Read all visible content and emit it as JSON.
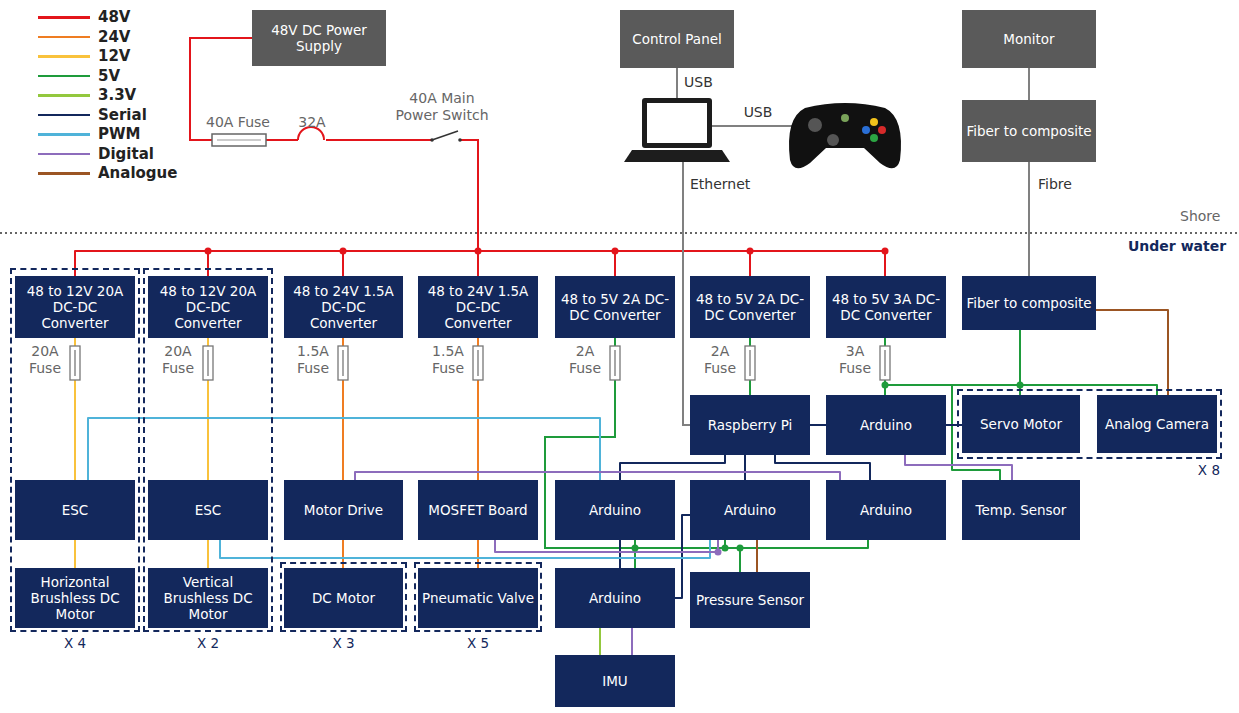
{
  "diagram": {
    "nodes": [
      {
        "text": [
          "48V DC Power Supply"
        ]
      },
      {
        "text": [
          "Control Panel"
        ]
      },
      {
        "text": [
          "Monitor"
        ]
      },
      {
        "text": [
          "Fiber to composite"
        ]
      },
      {
        "text": [
          "X 4"
        ]
      },
      {
        "text": [
          "48 to 12V 20A DC-DC Converter"
        ],
        "in": 4
      },
      {
        "text": [
          "ESC"
        ],
        "in": 4
      },
      {
        "text": [
          "Horizontal Brushless DC Motor"
        ],
        "in": 4
      },
      {
        "text": [
          "X 2"
        ]
      },
      {
        "text": [
          "48 to 12V 20A DC-DC Converter"
        ],
        "in": 8
      },
      {
        "text": [
          "ESC"
        ],
        "in": 8
      },
      {
        "text": [
          "Vertical Brushless DC Motor"
        ],
        "in": 8
      },
      {
        "text": [
          "48 to 24V 1.5A DC-DC Converter"
        ]
      },
      {
        "text": [
          "48 to 24V 1.5A DC-DC Converter"
        ]
      },
      {
        "text": [
          "48 to 5V 2A DC-DC Converter"
        ]
      },
      {
        "text": [
          "48 to 5V 2A DC-DC Converter"
        ]
      },
      {
        "text": [
          "48 to 5V 3A DC-DC Converter"
        ]
      },
      {
        "text": [
          "Fiber to composite"
        ]
      },
      {
        "text": [
          "Motor Drive"
        ]
      },
      {
        "text": [
          "MOSFET Board"
        ]
      },
      {
        "text": [
          "X 3"
        ]
      },
      {
        "text": [
          "DC Motor"
        ],
        "in": 20
      },
      {
        "text": [
          "X 5"
        ]
      },
      {
        "text": [
          "Pneumatic Valve"
        ],
        "in": 22
      },
      {
        "text": [
          "Raspberry Pi"
        ]
      },
      {
        "text": [
          "Arduino"
        ]
      },
      {
        "text": [
          "X 8"
        ]
      },
      {
        "text": [
          "Servo Motor"
        ],
        "in": 26
      },
      {
        "text": [
          "Analog Camera"
        ],
        "in": 26
      },
      {
        "text": [
          "Arduino"
        ]
      },
      {
        "text": [
          "Arduino"
        ]
      },
      {
        "text": [
          "Arduino"
        ]
      },
      {
        "text": [
          "Temp. Sensor"
        ]
      },
      {
        "text": [
          "Arduino"
        ]
      },
      {
        "text": [
          "Pressure Sensor"
        ]
      },
      {
        "text": [
          "IMU"
        ]
      }
    ],
    "edges": [
      {
        "from": 0,
        "to": 5,
        "arrow": "none"
      },
      {
        "from": 0,
        "to": 9,
        "arrow": "none"
      },
      {
        "from": 0,
        "to": 12,
        "arrow": "none"
      },
      {
        "from": 0,
        "to": 13,
        "arrow": "none"
      },
      {
        "from": 0,
        "to": 14,
        "arrow": "none"
      },
      {
        "from": 0,
        "to": 15,
        "arrow": "none"
      },
      {
        "from": 0,
        "to": 16,
        "arrow": "none"
      },
      {
        "from": 5,
        "to": 6,
        "arrow": "none"
      },
      {
        "from": 6,
        "to": 7,
        "arrow": "none"
      },
      {
        "from": 9,
        "to": 10,
        "arrow": "none"
      },
      {
        "from": 10,
        "to": 11,
        "arrow": "none"
      },
      {
        "from": 12,
        "to": 18,
        "arrow": "none"
      },
      {
        "from": 18,
        "to": 21,
        "arrow": "none"
      },
      {
        "from": 13,
        "to": 19,
        "arrow": "none"
      },
      {
        "from": 19,
        "to": 23,
        "arrow": "none"
      },
      {
        "from": 14,
        "to": 29,
        "arrow": "none"
      },
      {
        "from": 14,
        "to": 33,
        "arrow": "none"
      },
      {
        "from": 14,
        "to": 30,
        "arrow": "none"
      },
      {
        "from": 14,
        "to": 34,
        "arrow": "none"
      },
      {
        "from": 14,
        "to": 31,
        "arrow": "none"
      },
      {
        "from": 15,
        "to": 24,
        "arrow": "none"
      },
      {
        "from": 16,
        "to": 25,
        "arrow": "none"
      },
      {
        "from": 16,
        "to": 17,
        "arrow": "none"
      },
      {
        "from": 16,
        "to": 27,
        "arrow": "none"
      },
      {
        "from": 16,
        "to": 28,
        "arrow": "none"
      },
      {
        "from": 16,
        "to": 32,
        "arrow": "none"
      },
      {
        "from": 24,
        "to": 25,
        "arrow": "none"
      },
      {
        "from": 25,
        "to": 27,
        "arrow": "none"
      },
      {
        "from": 24,
        "to": 29,
        "arrow": "none"
      },
      {
        "from": 24,
        "to": 30,
        "arrow": "none"
      },
      {
        "from": 24,
        "to": 31,
        "arrow": "none"
      },
      {
        "from": 29,
        "to": 33,
        "arrow": "none"
      },
      {
        "from": 30,
        "to": 33,
        "arrow": "none"
      },
      {
        "from": 29,
        "to": 6,
        "arrow": "none"
      },
      {
        "from": 30,
        "to": 10,
        "arrow": "none"
      },
      {
        "from": 31,
        "to": 18,
        "arrow": "none"
      },
      {
        "from": 30,
        "to": 19,
        "arrow": "none"
      },
      {
        "from": 25,
        "to": 32,
        "arrow": "none"
      },
      {
        "from": 34,
        "to": 30,
        "arrow": "none"
      },
      {
        "from": 17,
        "to": 28,
        "arrow": "none"
      },
      {
        "from": 33,
        "to": 35,
        "arrow": "none"
      },
      {
        "from": 33,
        "to": 35,
        "arrow": "none"
      },
      {
        "from": 2,
        "to": 3,
        "arrow": "none"
      },
      {
        "from": 3,
        "to": 17,
        "arrow": "none"
      }
    ],
    "labels": [
      "40A Fuse",
      "32A",
      "40A Main Power Switch",
      "USB",
      "USB",
      "Ethernet",
      "Fibre",
      "Shore",
      "Under water",
      "20A Fuse",
      "20A Fuse",
      "1.5A Fuse",
      "1.5A Fuse",
      "2A Fuse",
      "2A Fuse",
      "3A Fuse"
    ],
    "legend": [
      {
        "text": "48V",
        "color": "#e3151b"
      },
      {
        "text": "24V",
        "color": "#ef7d22"
      },
      {
        "text": "12V",
        "color": "#f9c23c"
      },
      {
        "text": "5V",
        "color": "#1e9b3b"
      },
      {
        "text": "3.3V",
        "color": "#93c83e"
      },
      {
        "text": "Serial",
        "color": "#13285c"
      },
      {
        "text": "PWM",
        "color": "#4fb3d9"
      },
      {
        "text": "Digital",
        "color": "#8d6cbc"
      },
      {
        "text": "Analogue",
        "color": "#9b5523"
      }
    ]
  }
}
